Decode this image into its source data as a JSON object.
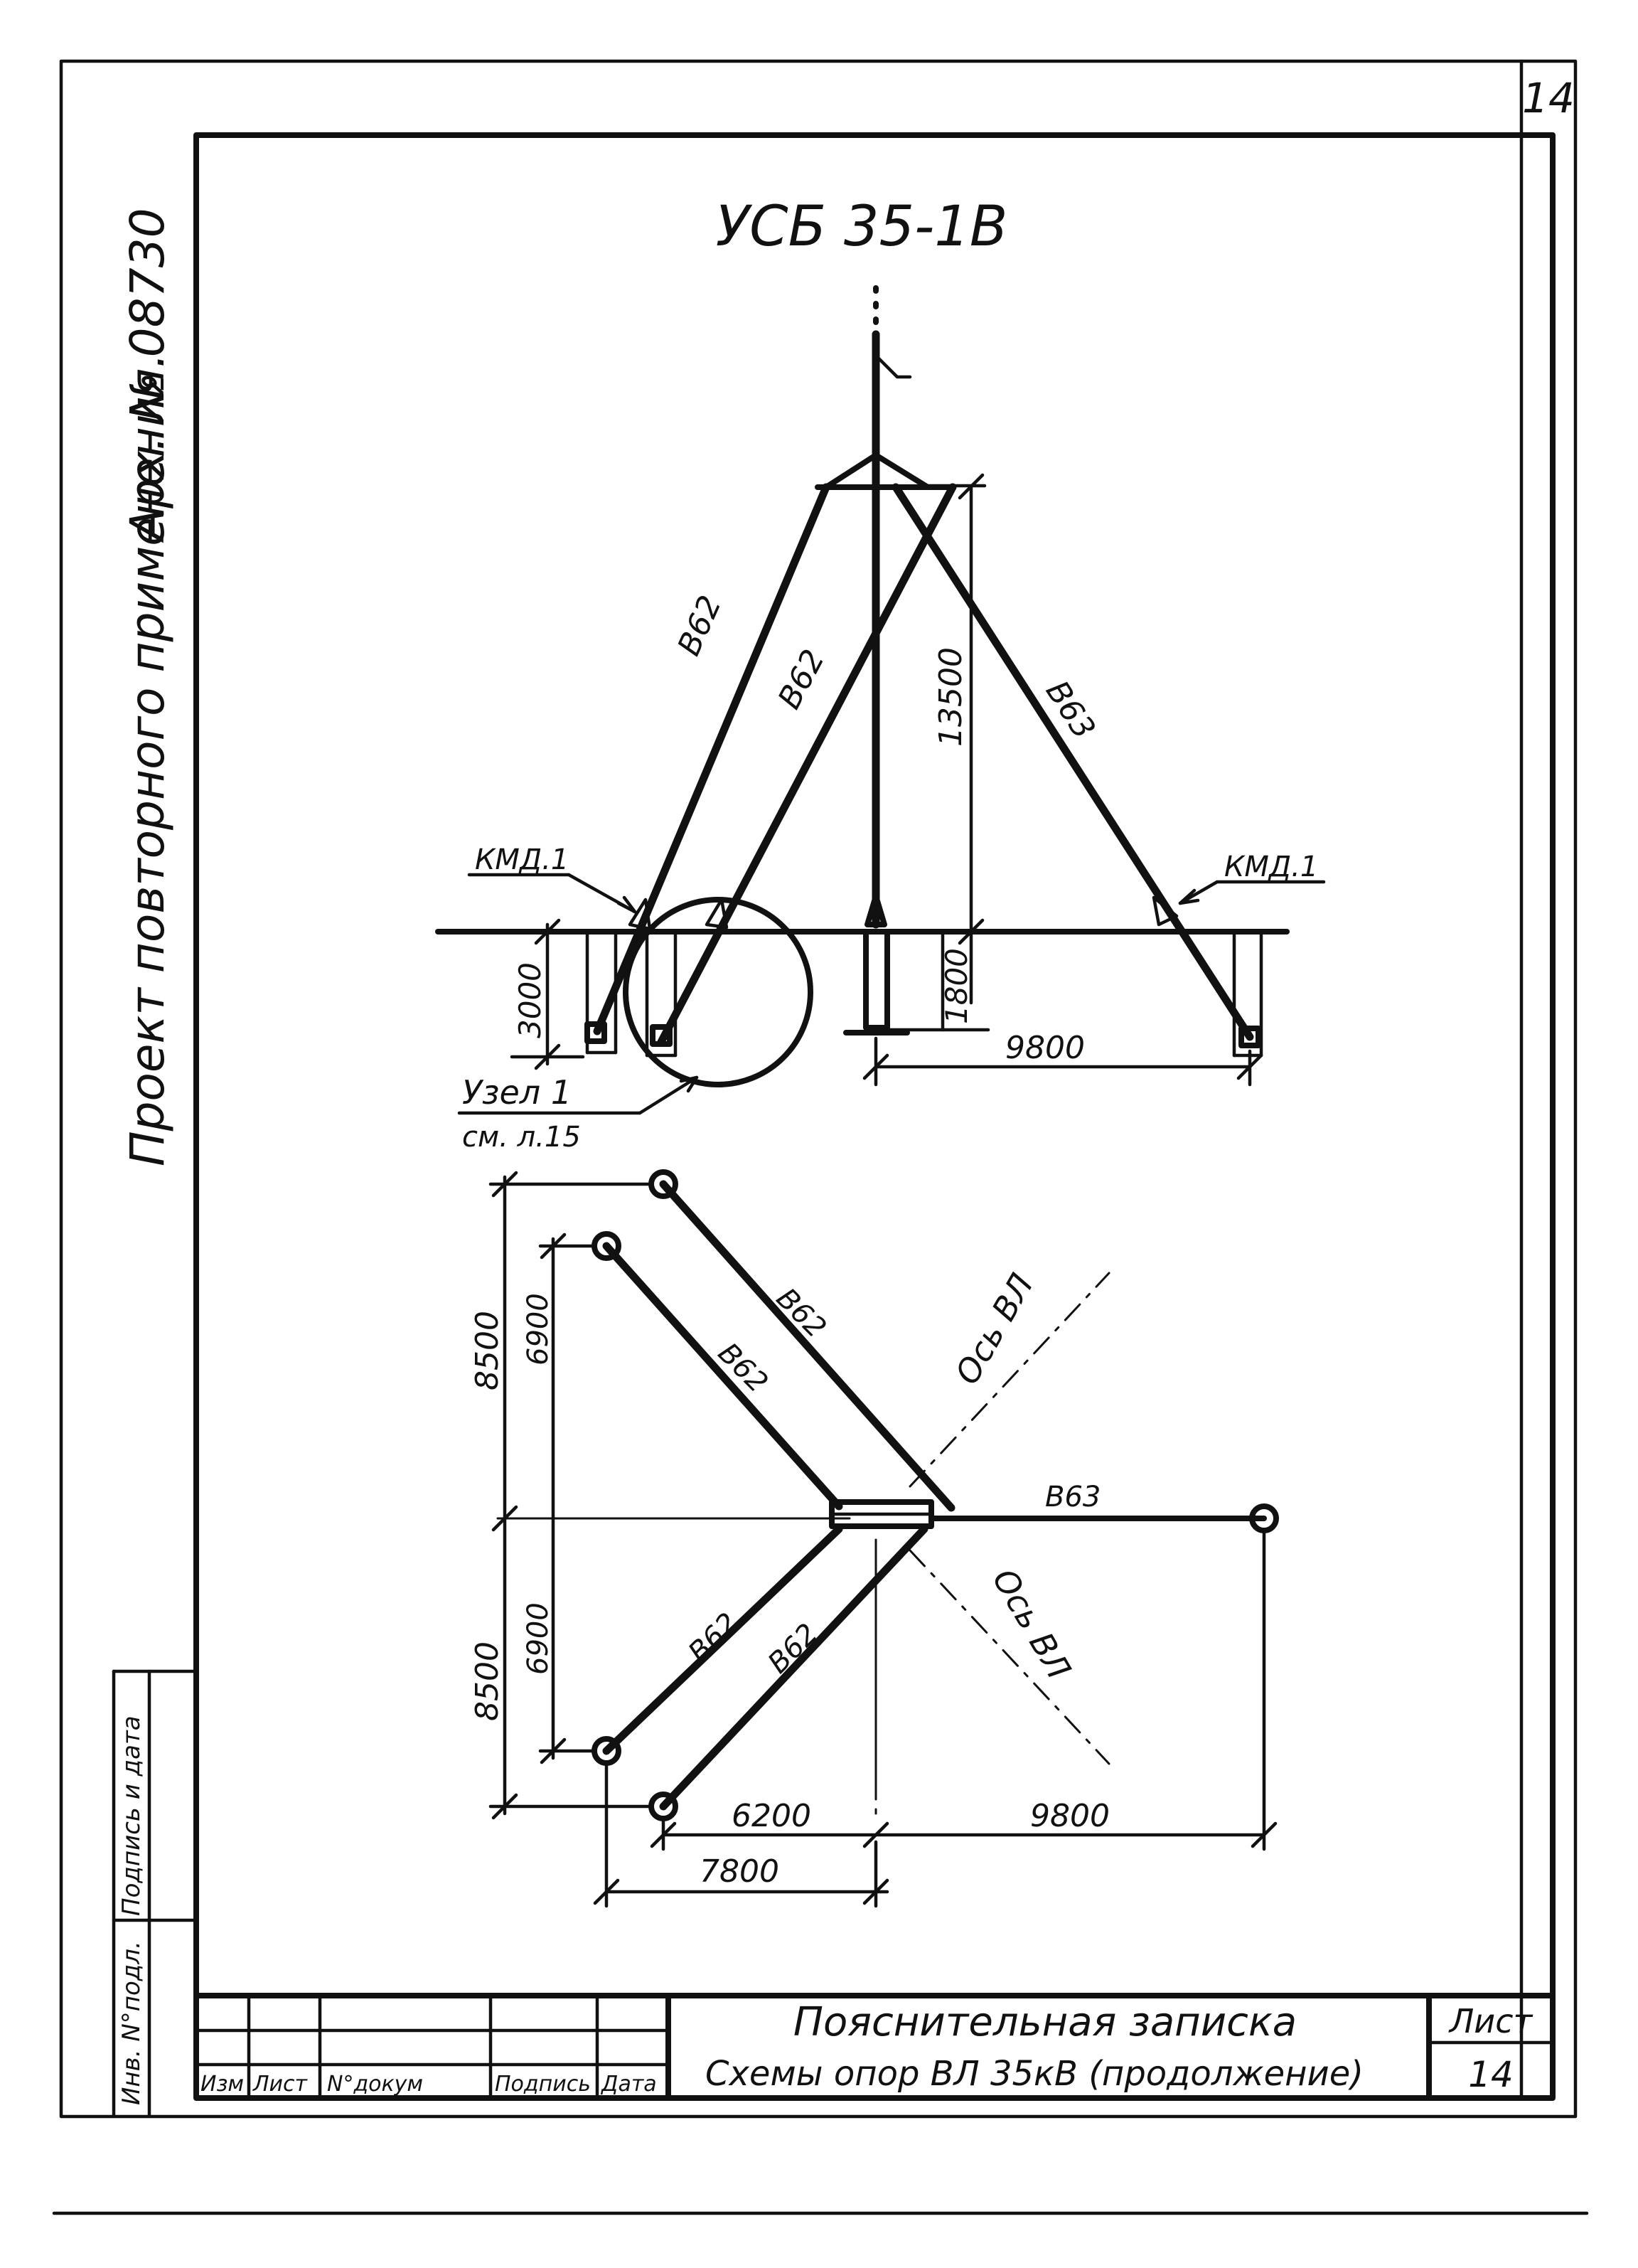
{
  "sheet": {
    "corner_number": "14",
    "title": "УСБ 35-1В",
    "side_archive": "Арх. № 08730",
    "side_project": "Проект повторного применения."
  },
  "elevation": {
    "brace_left_1": "В62",
    "brace_left_2": "В62",
    "brace_right": "В63",
    "dim_height": "13500",
    "dim_depth_left": "3000",
    "dim_depth_center": "1800",
    "dim_span": "9800",
    "anchor_left": "КМД.1",
    "anchor_right": "КМД.1",
    "node_label": "Узел 1",
    "node_ref": "см. л.15"
  },
  "plan": {
    "brace_upper_outer": "В62",
    "brace_upper_inner": "В62",
    "brace_lower_inner": "В62",
    "brace_lower_outer": "В62",
    "brace_right": "В63",
    "axis_upper": "Ось ВЛ",
    "axis_lower": "Ось ВЛ",
    "dim_upper_outer": "8500",
    "dim_upper_inner": "6900",
    "dim_lower_outer": "8500",
    "dim_lower_inner": "6900",
    "dim_bottom_inner": "6200",
    "dim_bottom_outer": "7800",
    "dim_bottom_right": "9800"
  },
  "stamp": {
    "doc_title": "Пояснительная записка",
    "doc_subtitle": "Схемы опор ВЛ 35кВ (продолжение)",
    "sheet_label": "Лист",
    "sheet_number": "14",
    "col_izm": "Изм",
    "col_list": "Лист",
    "col_doc": "N°докум",
    "col_sign": "Подпись",
    "col_date": "Дата"
  },
  "side_stamp": {
    "inv_no": "Инв. N°подл.",
    "sign_date": "Подпись и дата"
  }
}
